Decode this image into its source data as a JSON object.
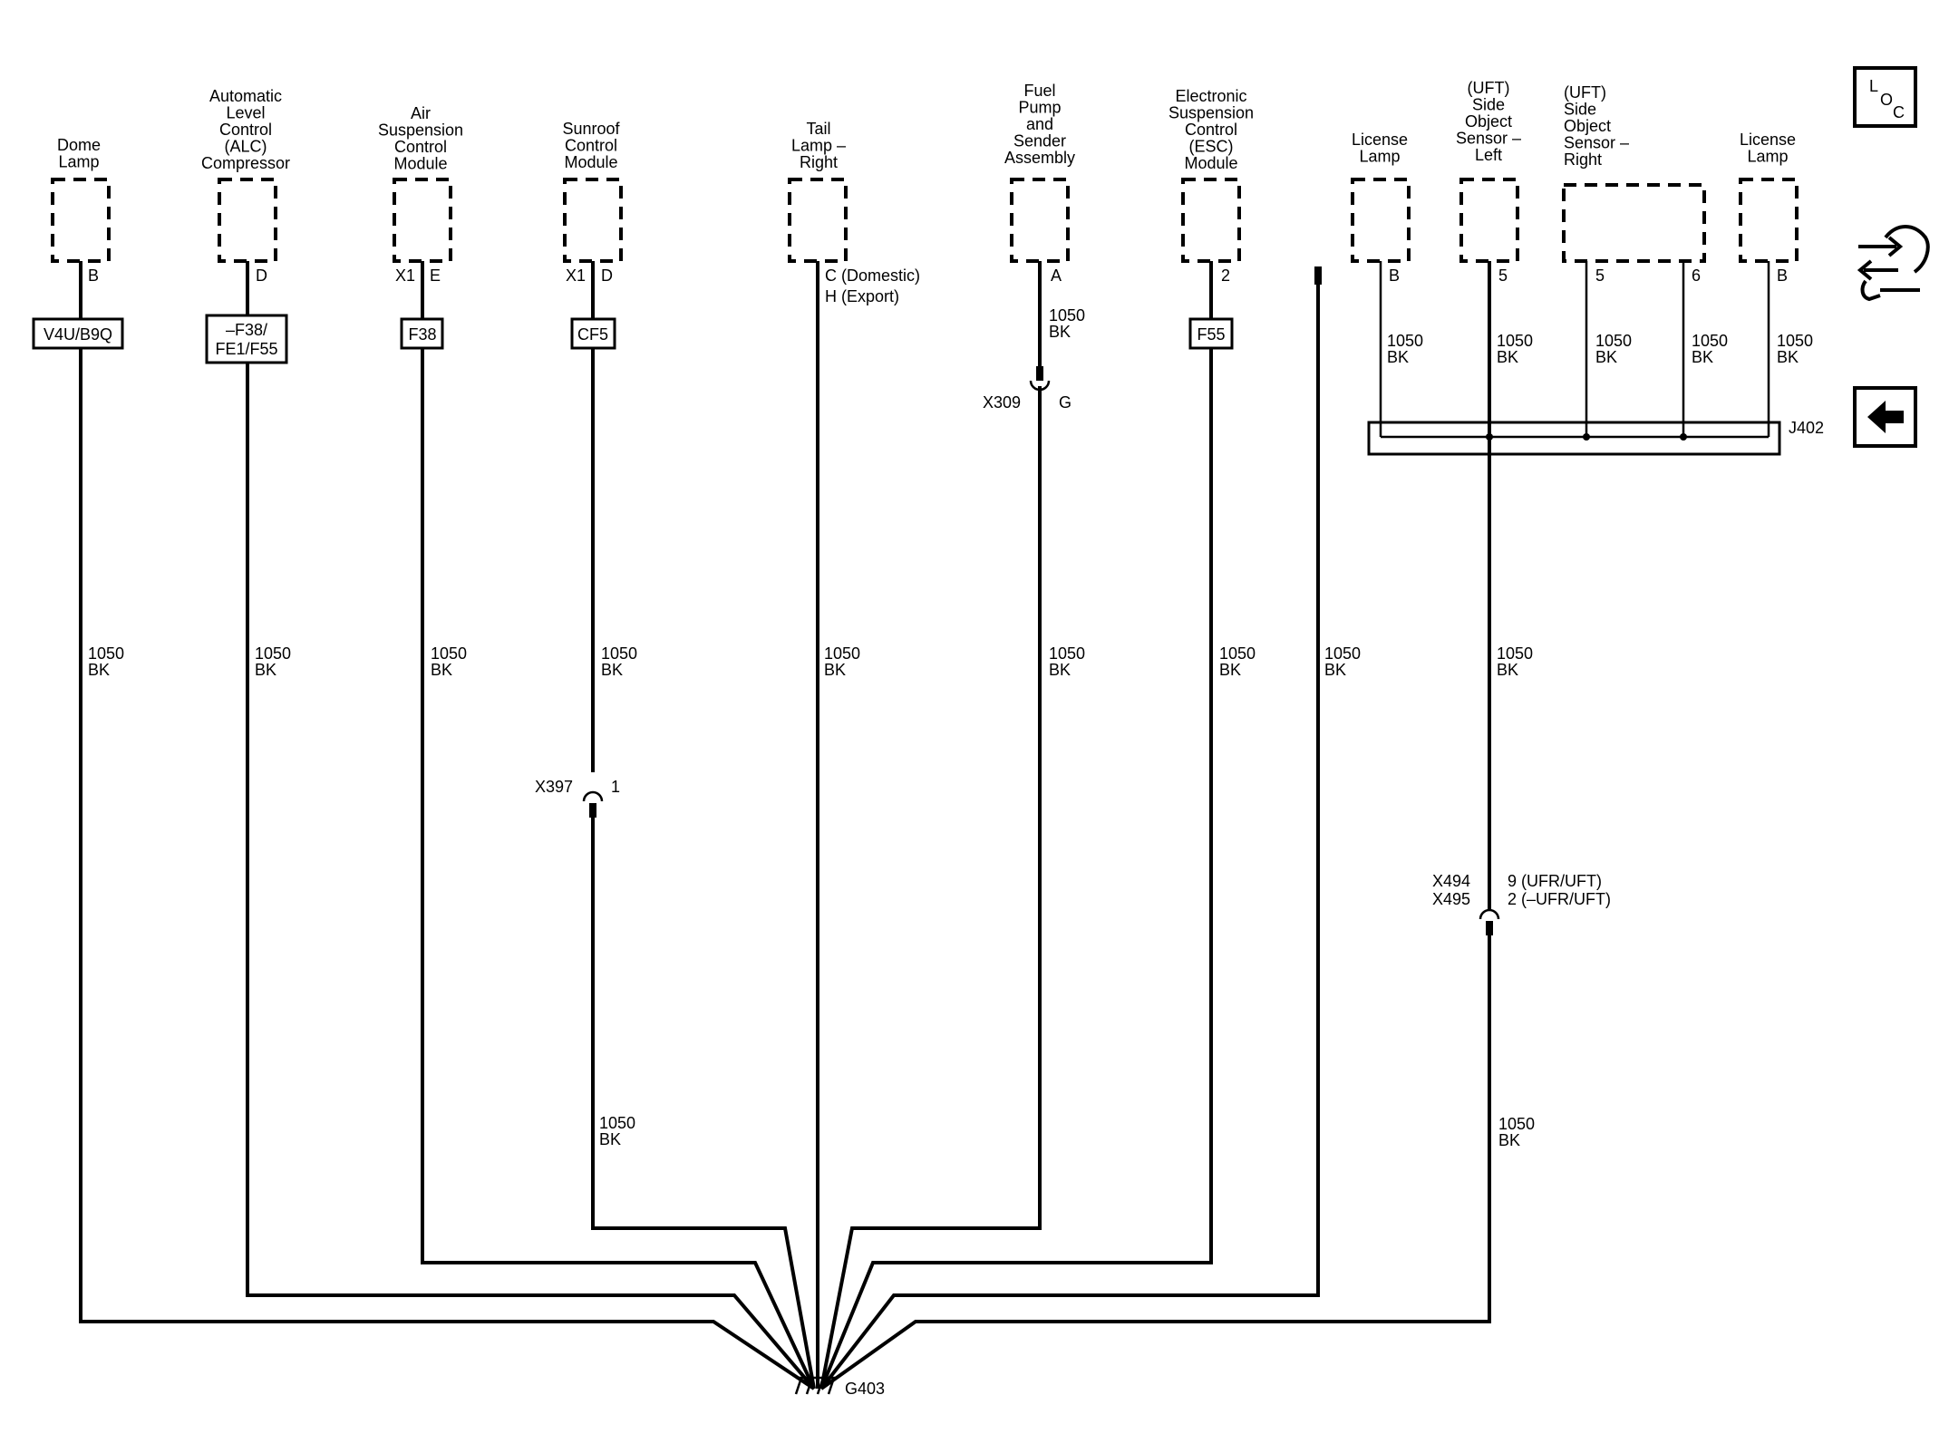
{
  "components": {
    "dome_lamp": [
      "Dome",
      "Lamp"
    ],
    "alc": [
      "Automatic",
      "Level",
      "Control",
      "(ALC)",
      "Compressor"
    ],
    "air_susp": [
      "Air",
      "Suspension",
      "Control",
      "Module"
    ],
    "sunroof": [
      "Sunroof",
      "Control",
      "Module"
    ],
    "tail_lamp": [
      "Tail",
      "Lamp –",
      "Right"
    ],
    "fuel_pump": [
      "Fuel",
      "Pump",
      "and",
      "Sender",
      "Assembly"
    ],
    "esc": [
      "Electronic",
      "Suspension",
      "Control",
      "(ESC)",
      "Module"
    ],
    "license_left": [
      "License",
      "Lamp"
    ],
    "sos_left": [
      "(UFT)",
      "Side",
      "Object",
      "Sensor –",
      "Left"
    ],
    "sos_right": [
      "(UFT)",
      "Side",
      "Object",
      "Sensor –",
      "Right"
    ],
    "license_right": [
      "License",
      "Lamp"
    ]
  },
  "pins": {
    "dome": "B",
    "alc": "D",
    "air_x1": "X1",
    "air_e": "E",
    "sun_x1": "X1",
    "sun_d": "D",
    "tail_c": "C (Domestic)",
    "tail_h": "H (Export)",
    "fuel_a": "A",
    "esc": "2",
    "lic_left": "B",
    "sos_left": "5",
    "sos_right_5": "5",
    "sos_right_6": "6",
    "lic_right": "B"
  },
  "options": {
    "dome": "V4U/B9Q",
    "alc_1": "–F38/",
    "alc_2": "FE1/F55",
    "air": "F38",
    "sunroof": "CF5",
    "esc": "F55"
  },
  "wire": {
    "circuit": "1050",
    "color": "BK"
  },
  "connectors": {
    "x309": "X309",
    "x309_pin": "G",
    "x397": "X397",
    "x397_pin": "1",
    "x494": "X494",
    "x495": "X495",
    "x494_pin": "9 (UFR/UFT)",
    "x495_pin": "2 (–UFR/UFT)",
    "splice": "J402",
    "ground": "G403"
  },
  "nav": {
    "loc_l": "L",
    "loc_o": "O",
    "loc_c": "C",
    "swap_icon": "swap-arrows-icon",
    "back_icon": "left-arrow-icon"
  }
}
